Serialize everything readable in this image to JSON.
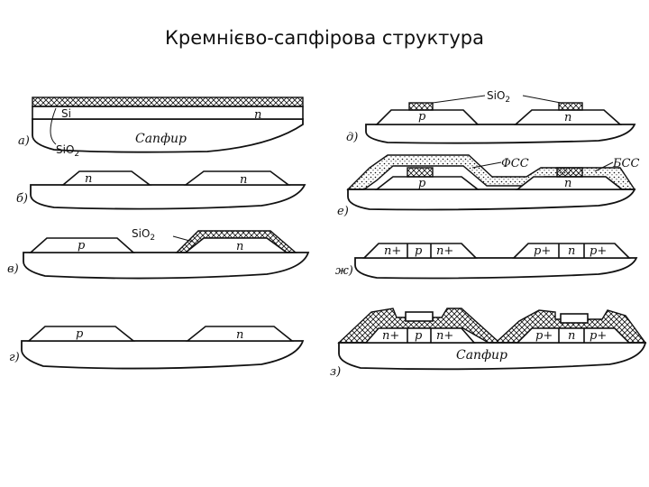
{
  "title": "Кремнієво-сапфірова структура",
  "labels": {
    "a": "а)",
    "b": "б)",
    "v": "в)",
    "g": "г)",
    "d": "д)",
    "e": "е)",
    "zh": "ж)",
    "z": "з)",
    "si": "Si",
    "sio2": "SiO",
    "sio2_sub": "2",
    "sapphire": "Сапфир",
    "n": "n",
    "p": "p",
    "nplus": "n+",
    "pplus": "p+",
    "fss": "ФСС",
    "bss": "БСС"
  }
}
